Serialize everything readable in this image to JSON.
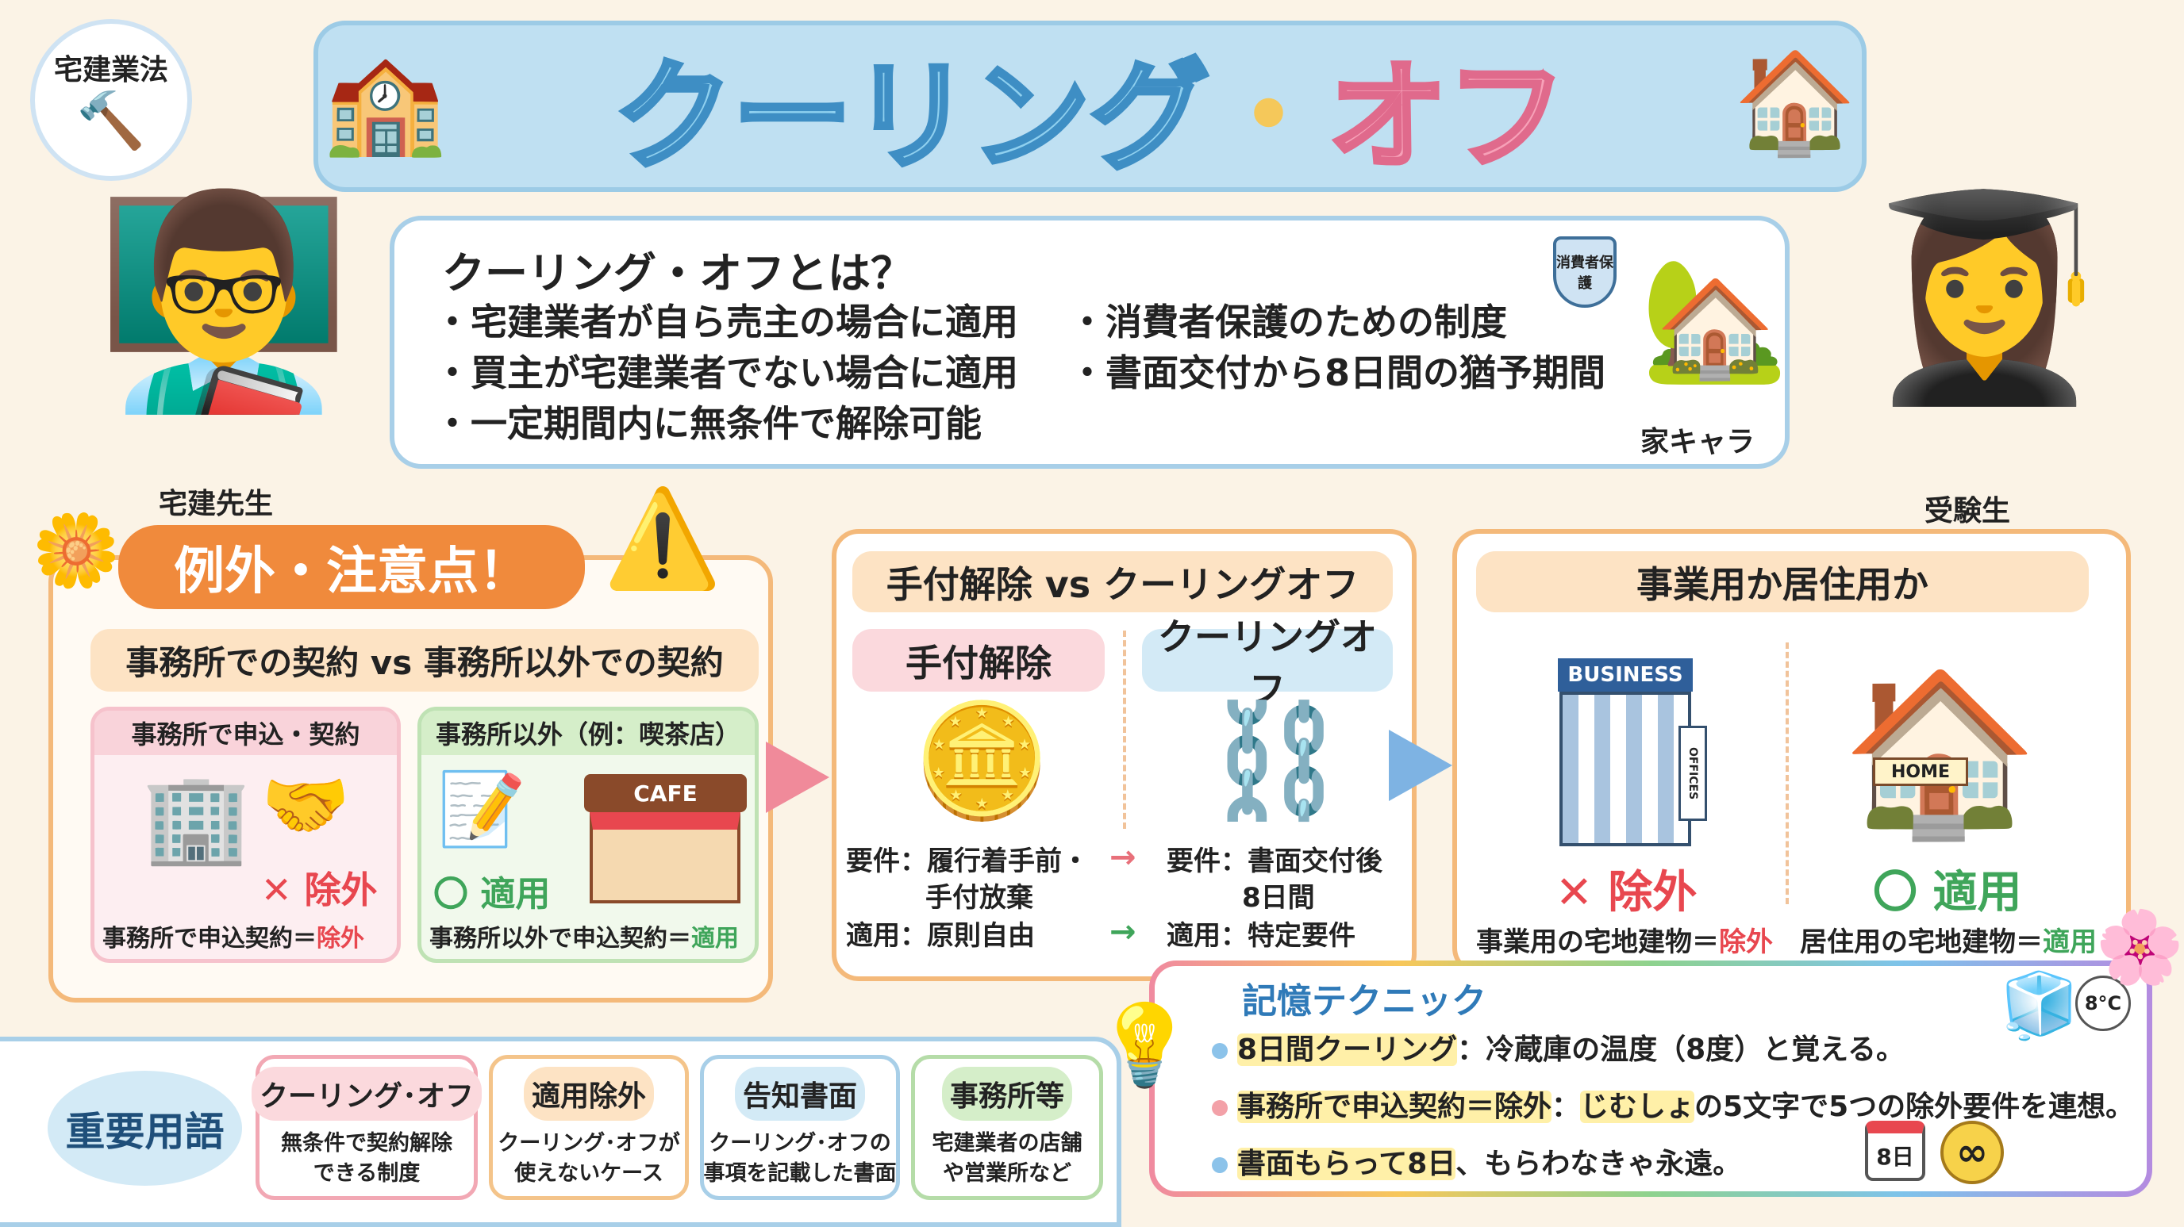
{
  "badge": {
    "label": "宅建業法",
    "icon": "gavel-icon"
  },
  "title": {
    "part1": "クーリング",
    "dot": "・",
    "part2": "オフ"
  },
  "definition": {
    "heading": "クーリング・オフとは？",
    "left": [
      "・宅建業者が自ら売主の場合に適用",
      "・買主が宅建業者でない場合に適用",
      "・一定期間内に無条件で解除可能"
    ],
    "right": [
      "・消費者保護のための制度",
      "・書面交付から8日間の猶予期間"
    ],
    "shield": "消費者保護",
    "mascot_label": "家キャラ"
  },
  "characters": {
    "teacher": "宅建先生",
    "student": "受験生"
  },
  "exceptions": {
    "header": "例外・注意点！",
    "subheader": "事務所での契約 vs 事務所以外での契約",
    "office": {
      "title": "事務所で申込・契約",
      "mark": "✕ 除外",
      "caption_a": "事務所で申込契約＝",
      "caption_b": "除外"
    },
    "outside": {
      "title": "事務所以外（例：喫茶店）",
      "cafe": "CAFE",
      "mark": "〇 適用",
      "caption_a": "事務所以外で申込契約＝",
      "caption_b": "適用"
    }
  },
  "comparison": {
    "header": "手付解除 vs クーリングオフ",
    "left": {
      "title": "手付解除",
      "req1": "要件：履行着手前・",
      "req2": "手付放棄",
      "app": "適用：原則自由"
    },
    "right": {
      "title": "クーリングオフ",
      "req1": "要件：書面交付後",
      "req2": "8日間",
      "app": "適用：特定要件"
    }
  },
  "usage": {
    "header": "事業用か居住用か",
    "business": {
      "sign": "BUSINESS",
      "side": "OFFICES",
      "mark": "✕ 除外",
      "caption_a": "事業用の宅地建物＝",
      "caption_b": "除外"
    },
    "home": {
      "sign": "HOME",
      "mark": "〇 適用",
      "caption_a": "居住用の宅地建物＝",
      "caption_b": "適用"
    }
  },
  "memory": {
    "title": "記憶テクニック",
    "items": [
      {
        "hl": "8日間クーリング",
        "rest": "：冷蔵庫の温度（8度）と覚える。"
      },
      {
        "hl": "事務所で申込契約＝除外",
        "mid": "：",
        "hl2": "じむしょ",
        "rest": "の5文字で5つの除外要件を連想。"
      },
      {
        "hl": "書面もらって8日",
        "rest": "、もらわなきゃ永遠。"
      }
    ],
    "fridge_temp": "8°C",
    "calendar": "8日",
    "infinity": "∞"
  },
  "terms": {
    "label": "重要用語",
    "items": [
      {
        "title": "クーリング･オフ",
        "desc1": "無条件で契約解除",
        "desc2": "できる制度"
      },
      {
        "title": "適用除外",
        "desc1": "クーリング･オフが",
        "desc2": "使えないケース"
      },
      {
        "title": "告知書面",
        "desc1": "クーリング･オフの",
        "desc2": "事項を記載した書面"
      },
      {
        "title": "事務所等",
        "desc1": "宅建業者の店舗",
        "desc2": "や営業所など"
      }
    ]
  },
  "colors": {
    "accent_orange": "#f08a3c",
    "exclude_red": "#e8474f",
    "apply_green": "#3fa55a",
    "title_blue": "#3e8ec4"
  }
}
